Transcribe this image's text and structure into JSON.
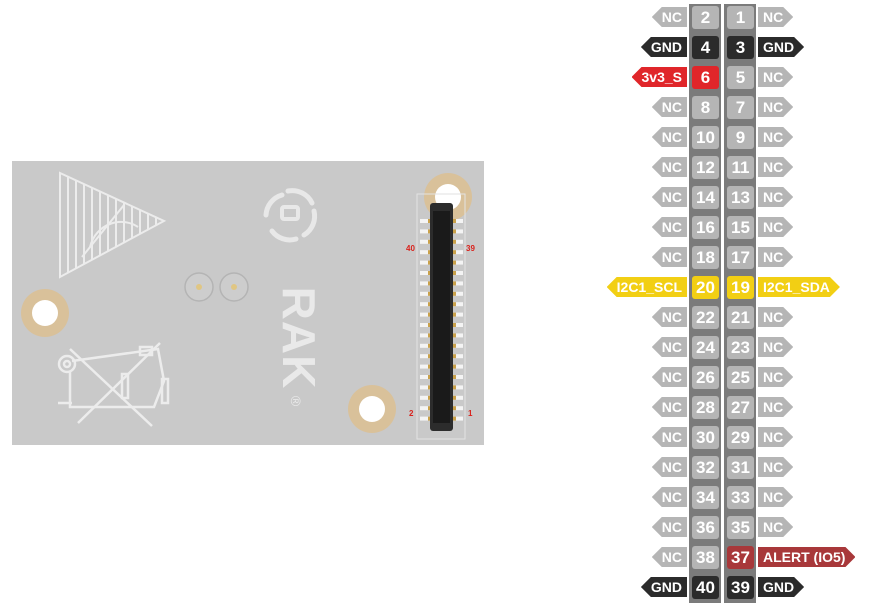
{
  "board": {
    "brand_text": "RAK",
    "registered_mark": "®",
    "connector_labels": {
      "top_left": "40",
      "top_right": "39",
      "bottom_left": "2",
      "bottom_right": "1"
    }
  },
  "colors": {
    "nc": "#b5b5b5",
    "gnd": "#2b2b2b",
    "power": "#e0262a",
    "i2c": "#f2cf14",
    "alert": "#a8383a",
    "strip": "#7b7b7b"
  },
  "pinout": {
    "rows": [
      {
        "left_label": "NC",
        "left_pin": "2",
        "right_pin": "1",
        "right_label": "NC",
        "left_type": "nc",
        "right_type": "nc"
      },
      {
        "left_label": "GND",
        "left_pin": "4",
        "right_pin": "3",
        "right_label": "GND",
        "left_type": "gnd",
        "right_type": "gnd"
      },
      {
        "left_label": "3v3_S",
        "left_pin": "6",
        "right_pin": "5",
        "right_label": "NC",
        "left_type": "power",
        "right_type": "nc"
      },
      {
        "left_label": "NC",
        "left_pin": "8",
        "right_pin": "7",
        "right_label": "NC",
        "left_type": "nc",
        "right_type": "nc"
      },
      {
        "left_label": "NC",
        "left_pin": "10",
        "right_pin": "9",
        "right_label": "NC",
        "left_type": "nc",
        "right_type": "nc"
      },
      {
        "left_label": "NC",
        "left_pin": "12",
        "right_pin": "11",
        "right_label": "NC",
        "left_type": "nc",
        "right_type": "nc"
      },
      {
        "left_label": "NC",
        "left_pin": "14",
        "right_pin": "13",
        "right_label": "NC",
        "left_type": "nc",
        "right_type": "nc"
      },
      {
        "left_label": "NC",
        "left_pin": "16",
        "right_pin": "15",
        "right_label": "NC",
        "left_type": "nc",
        "right_type": "nc"
      },
      {
        "left_label": "NC",
        "left_pin": "18",
        "right_pin": "17",
        "right_label": "NC",
        "left_type": "nc",
        "right_type": "nc"
      },
      {
        "left_label": "I2C1_SCL",
        "left_pin": "20",
        "right_pin": "19",
        "right_label": "I2C1_SDA",
        "left_type": "i2c",
        "right_type": "i2c"
      },
      {
        "left_label": "NC",
        "left_pin": "22",
        "right_pin": "21",
        "right_label": "NC",
        "left_type": "nc",
        "right_type": "nc"
      },
      {
        "left_label": "NC",
        "left_pin": "24",
        "right_pin": "23",
        "right_label": "NC",
        "left_type": "nc",
        "right_type": "nc"
      },
      {
        "left_label": "NC",
        "left_pin": "26",
        "right_pin": "25",
        "right_label": "NC",
        "left_type": "nc",
        "right_type": "nc"
      },
      {
        "left_label": "NC",
        "left_pin": "28",
        "right_pin": "27",
        "right_label": "NC",
        "left_type": "nc",
        "right_type": "nc"
      },
      {
        "left_label": "NC",
        "left_pin": "30",
        "right_pin": "29",
        "right_label": "NC",
        "left_type": "nc",
        "right_type": "nc"
      },
      {
        "left_label": "NC",
        "left_pin": "32",
        "right_pin": "31",
        "right_label": "NC",
        "left_type": "nc",
        "right_type": "nc"
      },
      {
        "left_label": "NC",
        "left_pin": "34",
        "right_pin": "33",
        "right_label": "NC",
        "left_type": "nc",
        "right_type": "nc"
      },
      {
        "left_label": "NC",
        "left_pin": "36",
        "right_pin": "35",
        "right_label": "NC",
        "left_type": "nc",
        "right_type": "nc"
      },
      {
        "left_label": "NC",
        "left_pin": "38",
        "right_pin": "37",
        "right_label": "ALERT (IO5)",
        "left_type": "nc",
        "right_type": "alert"
      },
      {
        "left_label": "GND",
        "left_pin": "40",
        "right_pin": "39",
        "right_label": "GND",
        "left_type": "gnd",
        "right_type": "gnd"
      }
    ]
  }
}
